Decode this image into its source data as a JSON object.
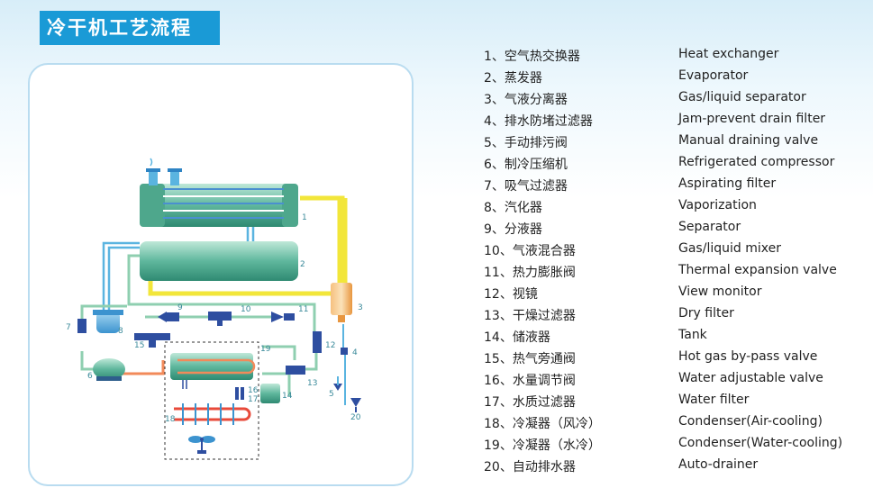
{
  "title": "冷干机工艺流程",
  "diagram": {
    "labels": [
      "1",
      "2",
      "3",
      "4",
      "5",
      "6",
      "7",
      "8",
      "9",
      "10",
      "11",
      "12",
      "13",
      "14",
      "15",
      "16",
      "17",
      "18",
      "19",
      "20"
    ]
  },
  "legend": [
    {
      "cn": "1、空气热交换器",
      "en": "Heat exchanger"
    },
    {
      "cn": "2、蒸发器",
      "en": "Evaporator"
    },
    {
      "cn": "3、气液分离器",
      "en": "Gas/liquid separator"
    },
    {
      "cn": "4、排水防堵过滤器",
      "en": "Jam-prevent drain filter"
    },
    {
      "cn": "5、手动排污阀",
      "en": "Manual draining valve"
    },
    {
      "cn": "6、制冷压缩机",
      "en": "Refrigerated compressor"
    },
    {
      "cn": "7、吸气过滤器",
      "en": "Aspirating filter"
    },
    {
      "cn": "8、汽化器",
      "en": "Vaporization"
    },
    {
      "cn": "9、分液器",
      "en": "Separator"
    },
    {
      "cn": "10、气液混合器",
      "en": "Gas/liquid mixer"
    },
    {
      "cn": "11、热力膨胀阀",
      "en": "Thermal expansion valve"
    },
    {
      "cn": "12、视镜",
      "en": "View monitor"
    },
    {
      "cn": "13、干燥过滤器",
      "en": "Dry filter"
    },
    {
      "cn": "14、储液器",
      "en": "Tank"
    },
    {
      "cn": "15、热气旁通阀",
      "en": "Hot gas by-pass valve"
    },
    {
      "cn": "16、水量调节阀",
      "en": "Water adjustable valve"
    },
    {
      "cn": "17、水质过滤器",
      "en": "Water filter"
    },
    {
      "cn": "18、冷凝器（风冷）",
      "en": "Condenser(Air-cooling)"
    },
    {
      "cn": "19、冷凝器（水冷）",
      "en": "Condenser(Water-cooling)"
    },
    {
      "cn": "20、自动排水器",
      "en": "Auto-drainer"
    }
  ]
}
